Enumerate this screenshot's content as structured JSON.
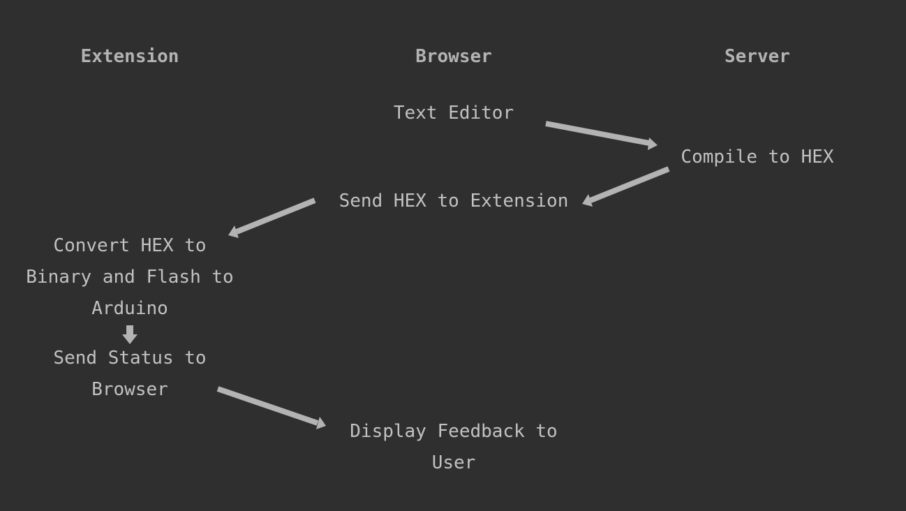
{
  "columns": {
    "extension": "Extension",
    "browser": "Browser",
    "server": "Server"
  },
  "nodes": {
    "text_editor": "Text Editor",
    "compile_to_hex": "Compile to HEX",
    "send_hex_to_extension": "Send HEX to Extension",
    "convert_hex_flash": "Convert HEX to\nBinary and Flash to\nArduino",
    "send_status": "Send Status to\nBrowser",
    "display_feedback": "Display Feedback to\nUser"
  },
  "colors": {
    "background": "#2f2f2f",
    "text": "#c2c2c2",
    "arrow": "#b3b3b3"
  }
}
